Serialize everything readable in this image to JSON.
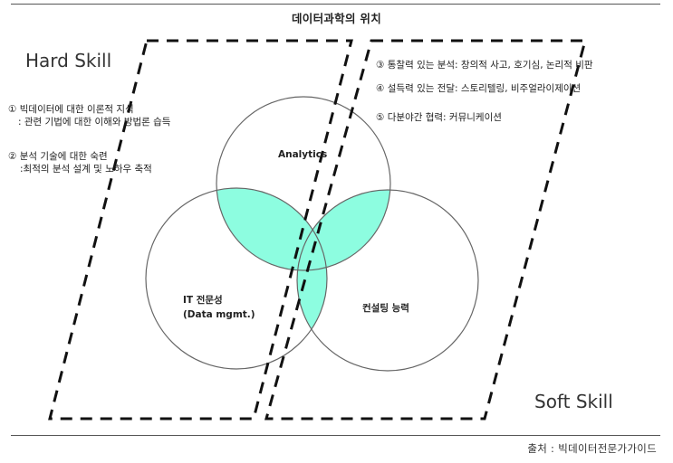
{
  "title": "데이터과학의 위치",
  "hard_skill": {
    "label": "Hard Skill",
    "items": [
      {
        "main": "① 빅데이터에 대한 이론적 지식",
        "sub": ": 관련 기법에 대한 이해와 방법론 습득"
      },
      {
        "main": "② 분석 기술에 대한 숙련",
        "sub": ":최적의 분석 설계 및 노하우 축적"
      }
    ]
  },
  "soft_skill": {
    "label": "Soft Skill",
    "items": [
      "③ 통찰력 있는 분석: 창의적 사고, 호기심, 논리적 비판",
      "④ 설득력 있는 전달: 스토리텔링, 비주얼라이제이션",
      "⑤ 다분야간 협력: 커뮤니케이션"
    ]
  },
  "circles": {
    "analytics": "Analytics",
    "it_line1": "IT 전문성",
    "it_line2": "(Data mgmt.)",
    "consulting": "컨설팅 능력"
  },
  "colors": {
    "overlap": "#8dfde0",
    "circle_stroke": "#666666",
    "dash": "#111111"
  },
  "source": "출처 : 빅데이터전문가가이드"
}
